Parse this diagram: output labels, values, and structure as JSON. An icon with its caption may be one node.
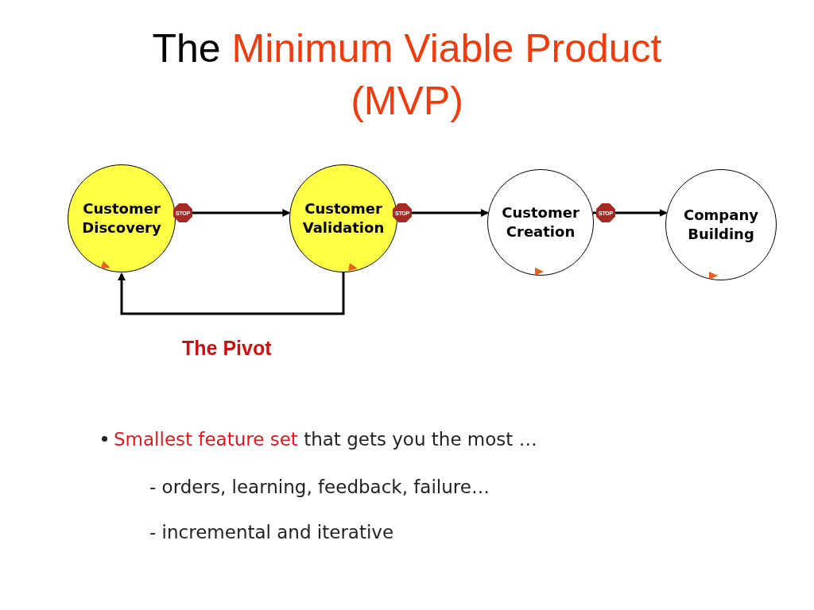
{
  "diagram": {
    "title": "The Minimum Viable Product (MVP)",
    "nodes": [
      {
        "text": [
          "Customer Discovery"
        ]
      },
      {
        "text": [
          "Customer Validation"
        ]
      },
      {
        "text": [
          "Customer Creation"
        ]
      },
      {
        "text": [
          "Company Building"
        ]
      }
    ],
    "edges": [
      {
        "from": 0,
        "to": 1,
        "arrow": "to"
      },
      {
        "from": 1,
        "to": 2,
        "arrow": "to"
      },
      {
        "from": 2,
        "to": 3,
        "arrow": "to"
      },
      {
        "from": 1,
        "to": 0,
        "arrow": "to",
        "label": "The Pivot"
      }
    ],
    "labels": [
      "STOP",
      "STOP",
      "STOP",
      "Smallest feature set that gets you the most …",
      "- orders, learning, feedback, failure…",
      "- incremental and iterative"
    ]
  }
}
